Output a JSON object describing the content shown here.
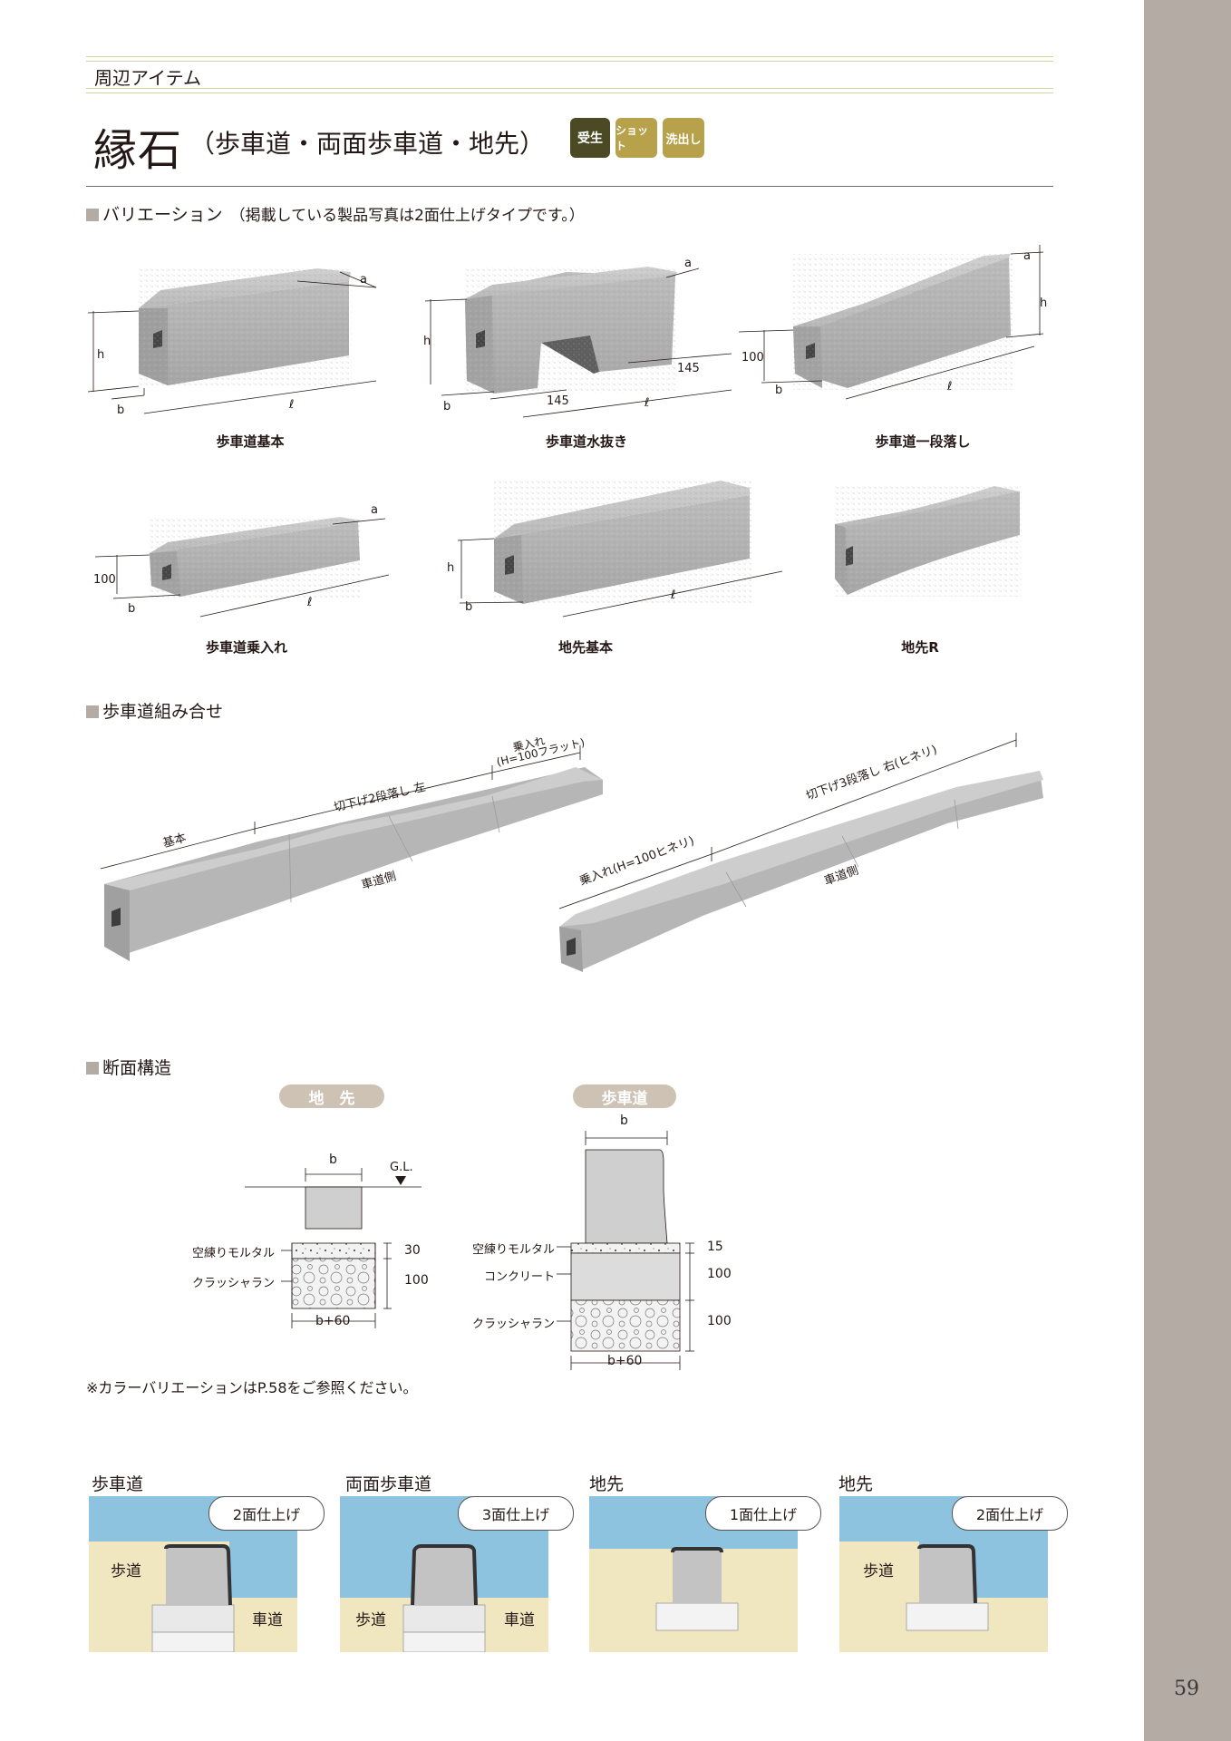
{
  "header": {
    "category": "周辺アイテム",
    "title_main": "縁石",
    "title_sub": "（歩車道・両面歩車道・地先）",
    "badges": [
      {
        "label": "受生",
        "color": "#4b4a25"
      },
      {
        "label": "ショット",
        "color": "#b7a14a"
      },
      {
        "label": "洗出し",
        "color": "#b7a14a"
      }
    ]
  },
  "variation": {
    "heading": "バリエーション",
    "note": "（掲載している製品写真は2面仕上げタイプです。）",
    "items": [
      {
        "caption": "歩車道基本",
        "dims": {
          "a": "a",
          "h": "h",
          "b": "b",
          "l": "ℓ"
        }
      },
      {
        "caption": "歩車道水抜き",
        "dims": {
          "a": "a",
          "h": "h",
          "b": "b",
          "l": "ℓ",
          "w1": "145",
          "w2": "145"
        }
      },
      {
        "caption": "歩車道一段落し",
        "dims": {
          "a": "a",
          "h": "h",
          "b": "b",
          "l": "ℓ",
          "low": "100"
        }
      },
      {
        "caption": "歩車道乗入れ",
        "dims": {
          "a": "a",
          "b": "b",
          "l": "ℓ",
          "low": "100"
        }
      },
      {
        "caption": "地先基本",
        "dims": {
          "h": "h",
          "b": "b",
          "l": "ℓ"
        }
      },
      {
        "caption": "地先R"
      }
    ]
  },
  "combination": {
    "heading": "歩車道組み合せ",
    "left": {
      "basic": "基本",
      "drop": "切下げ2段落し 左",
      "ramp1": "乗入れ",
      "ramp2": "(H=100フラット)",
      "road": "車道側"
    },
    "right": {
      "ramp": "乗入れ(H=100ヒネリ)",
      "drop": "切下げ3段落し 右(ヒネリ)",
      "road": "車道側"
    }
  },
  "section": {
    "heading": "断面構造",
    "jisaki": {
      "pill": "地　先",
      "b": "b",
      "gl": "G.L.",
      "mortar": "空練りモルタル",
      "crusher": "クラッシャラン",
      "d1": "30",
      "d2": "100",
      "base": "b+60"
    },
    "hoshado": {
      "pill": "歩車道",
      "b": "b",
      "mortar": "空練りモルタル",
      "concrete": "コンクリート",
      "crusher": "クラッシャラン",
      "d1": "15",
      "d2": "100",
      "d3": "100",
      "base": "b+60"
    }
  },
  "footnote": "※カラーバリエーションはP.58をご参照ください。",
  "panels": [
    {
      "title": "歩車道",
      "bubble": "2面仕上げ",
      "left": "歩道",
      "right": "車道"
    },
    {
      "title": "両面歩車道",
      "bubble": "3面仕上げ",
      "left": "歩道",
      "right": "車道"
    },
    {
      "title": "地先",
      "bubble": "1面仕上げ"
    },
    {
      "title": "地先",
      "bubble": "2面仕上げ",
      "left": "歩道"
    }
  ],
  "page_number": "59",
  "colors": {
    "sidebar": "#b3aba4",
    "sky": "#8ec3e0",
    "ground": "#f0e7c1",
    "stone": "#c3c3c3"
  }
}
